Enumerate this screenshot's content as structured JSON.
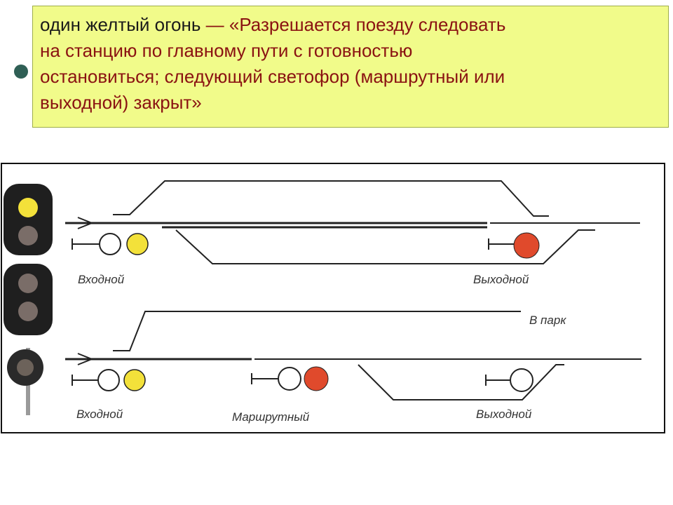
{
  "callout": {
    "line1_lead": "один желтый огонь",
    "line1_rest": " — «Разрешается поезду следовать",
    "line2": "на станцию по главному пути с готовностью",
    "line3": "остановиться; следующий светофор (маршрутный или",
    "line4": "выходной) закрыт»"
  },
  "diagram": {
    "top": {
      "entry_label": "Входной",
      "exit_label": "Выходной"
    },
    "bottom": {
      "park_label": "В парк",
      "entry_label": "Входной",
      "route_label": "Маршрутный",
      "exit_label": "Выходной"
    }
  },
  "signal_colors": {
    "yellow": "#f3e13a",
    "red": "#e04a2c",
    "dark": "#7a6d68",
    "unlit": "#ffffff"
  }
}
